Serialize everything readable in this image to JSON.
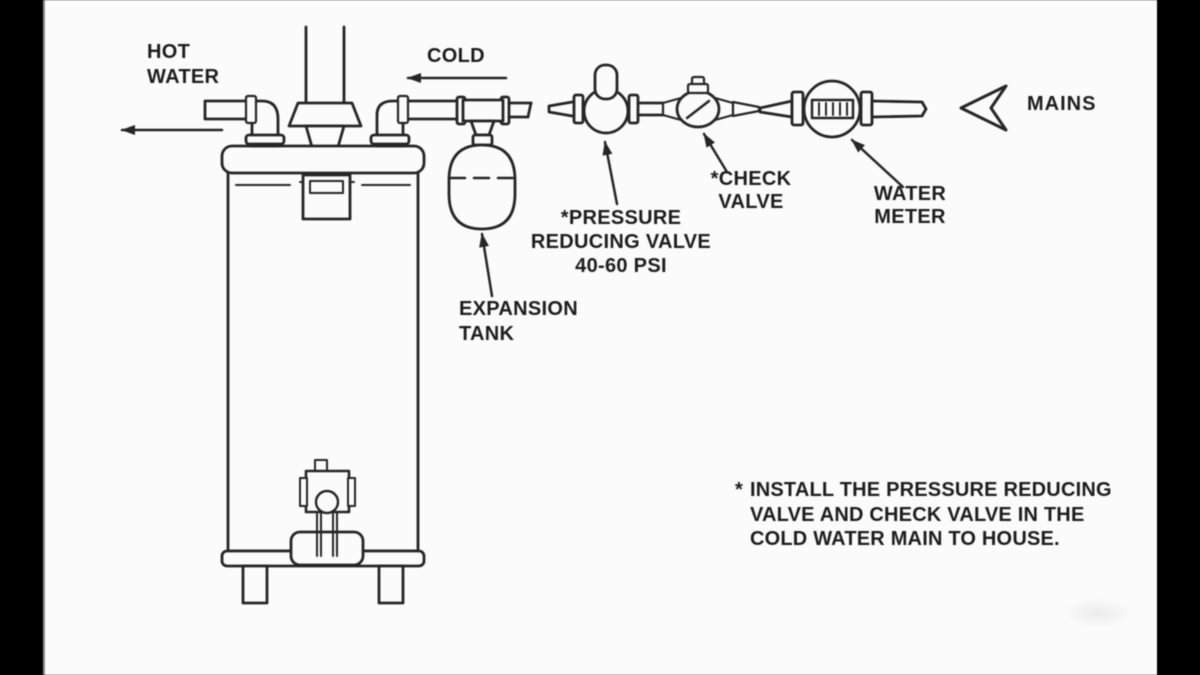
{
  "colors": {
    "letterbox": "#000000",
    "paper": "#fbfbfb",
    "ink": "#262626",
    "text": "#1d1d1d"
  },
  "labels": {
    "hot_water": {
      "line1": "HOT",
      "line2": "WATER"
    },
    "cold": "COLD",
    "expansion_tank": {
      "line1": "EXPANSION",
      "line2": "TANK"
    },
    "pressure_reducing_valve": {
      "line1": "*PRESSURE",
      "line2": "REDUCING VALVE",
      "line3": "40-60 PSI"
    },
    "check_valve": {
      "line1": "*CHECK",
      "line2": "VALVE"
    },
    "water_meter": {
      "line1": "WATER",
      "line2": "METER"
    },
    "mains": "MAINS"
  },
  "note": {
    "marker": "*",
    "line1": "INSTALL THE PRESSURE REDUCING",
    "line2": "VALVE AND CHECK VALVE IN THE",
    "line3": "COLD WATER MAIN TO HOUSE."
  }
}
